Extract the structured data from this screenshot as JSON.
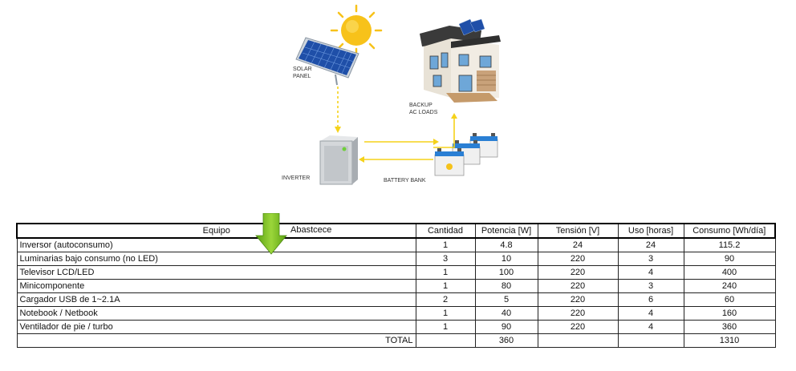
{
  "diagram": {
    "solar_panel_label": [
      "SOLAR",
      "PANEL"
    ],
    "backup_label": [
      "BACKUP",
      "AC LOADS"
    ],
    "inverter_label": "INVERTER",
    "battery_label": "BATTERY BANK",
    "colors": {
      "arrow": "#f5d21a",
      "panel": "#1f4fa8",
      "sun": "#f7c21a",
      "green_arrow": "#7cc11c"
    }
  },
  "overlay": {
    "abastece": "Abastcece"
  },
  "table": {
    "headers": [
      "Equipo",
      "Cantidad",
      "Potencia [W]",
      "Tensión [V]",
      "Uso [horas]",
      "Consumo [Wh/día]"
    ],
    "rows": [
      [
        "Inversor (autoconsumo)",
        "1",
        "4.8",
        "24",
        "24",
        "115.2"
      ],
      [
        "Luminarias bajo consumo (no LED)",
        "3",
        "10",
        "220",
        "3",
        "90"
      ],
      [
        "Televisor LCD/LED",
        "1",
        "100",
        "220",
        "4",
        "400"
      ],
      [
        "Minicomponente",
        "1",
        "80",
        "220",
        "3",
        "240"
      ],
      [
        "Cargador USB de 1~2.1A",
        "2",
        "5",
        "220",
        "6",
        "60"
      ],
      [
        "Notebook / Netbook",
        "1",
        "40",
        "220",
        "4",
        "160"
      ],
      [
        "Ventilador de pie / turbo",
        "1",
        "90",
        "220",
        "4",
        "360"
      ]
    ],
    "total": {
      "label": "TOTAL",
      "potencia": "360",
      "consumo": "1310"
    }
  }
}
